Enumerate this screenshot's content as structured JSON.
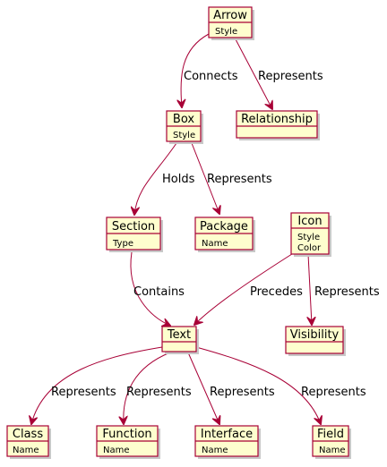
{
  "colors": {
    "box_fill": "#FEFECE",
    "box_stroke": "#A80036",
    "edge": "#A80036",
    "shadow": "#C8C8C8"
  },
  "classes": {
    "arrow": {
      "title": "Arrow",
      "attributes": [
        "Style"
      ]
    },
    "box": {
      "title": "Box",
      "attributes": [
        "Style"
      ]
    },
    "relationship": {
      "title": "Relationship",
      "attributes": []
    },
    "section": {
      "title": "Section",
      "attributes": [
        "Type"
      ]
    },
    "package": {
      "title": "Package",
      "attributes": [
        "Name"
      ]
    },
    "icon": {
      "title": "Icon",
      "attributes": [
        "Style",
        "Color"
      ]
    },
    "text": {
      "title": "Text",
      "attributes": []
    },
    "visibility": {
      "title": "Visibility",
      "attributes": []
    },
    "class": {
      "title": "Class",
      "attributes": [
        "Name"
      ]
    },
    "function": {
      "title": "Function",
      "attributes": [
        "Name"
      ]
    },
    "interface": {
      "title": "Interface",
      "attributes": [
        "Name"
      ]
    },
    "field": {
      "title": "Field",
      "attributes": [
        "Name"
      ]
    }
  },
  "relations": [
    {
      "from": "Arrow",
      "to": "Box",
      "label": "Connects"
    },
    {
      "from": "Arrow",
      "to": "Relationship",
      "label": "Represents"
    },
    {
      "from": "Box",
      "to": "Section",
      "label": "Holds"
    },
    {
      "from": "Box",
      "to": "Package",
      "label": "Represents"
    },
    {
      "from": "Section",
      "to": "Text",
      "label": "Contains"
    },
    {
      "from": "Icon",
      "to": "Text",
      "label": "Precedes"
    },
    {
      "from": "Icon",
      "to": "Visibility",
      "label": "Represents"
    },
    {
      "from": "Text",
      "to": "Class",
      "label": "Represents"
    },
    {
      "from": "Text",
      "to": "Function",
      "label": "Represents"
    },
    {
      "from": "Text",
      "to": "Interface",
      "label": "Represents"
    },
    {
      "from": "Text",
      "to": "Field",
      "label": "Represents"
    }
  ]
}
